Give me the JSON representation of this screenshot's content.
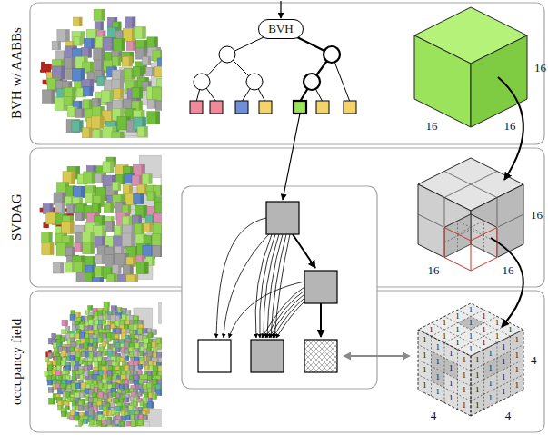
{
  "diagram": {
    "nodes": [
      {
        "text": [
          "BVH w/ AABBs"
        ]
      },
      {
        "text": [
          "BVH"
        ],
        "in": 0
      },
      {
        "text": [
          "SVDAG"
        ]
      },
      {
        "text": [
          "occupancy field"
        ]
      }
    ],
    "labels": [
      "16",
      "16",
      "16",
      "16",
      "16",
      "16",
      "1",
      "1",
      "1",
      "1",
      "1",
      "1",
      "1",
      "1",
      "1",
      "1",
      "1",
      "1",
      "1",
      "1",
      "1",
      "1",
      "1",
      "1",
      "1",
      "1",
      "1",
      "1",
      "1",
      "1",
      "1",
      "1",
      "1",
      "1",
      "1",
      "1",
      "1",
      "1",
      "1",
      "1",
      "1",
      "1",
      "1",
      "1",
      "1",
      "1",
      "1",
      "1",
      "1",
      "1",
      "1",
      "1",
      "1",
      "1",
      "4",
      "4",
      "4"
    ]
  }
}
